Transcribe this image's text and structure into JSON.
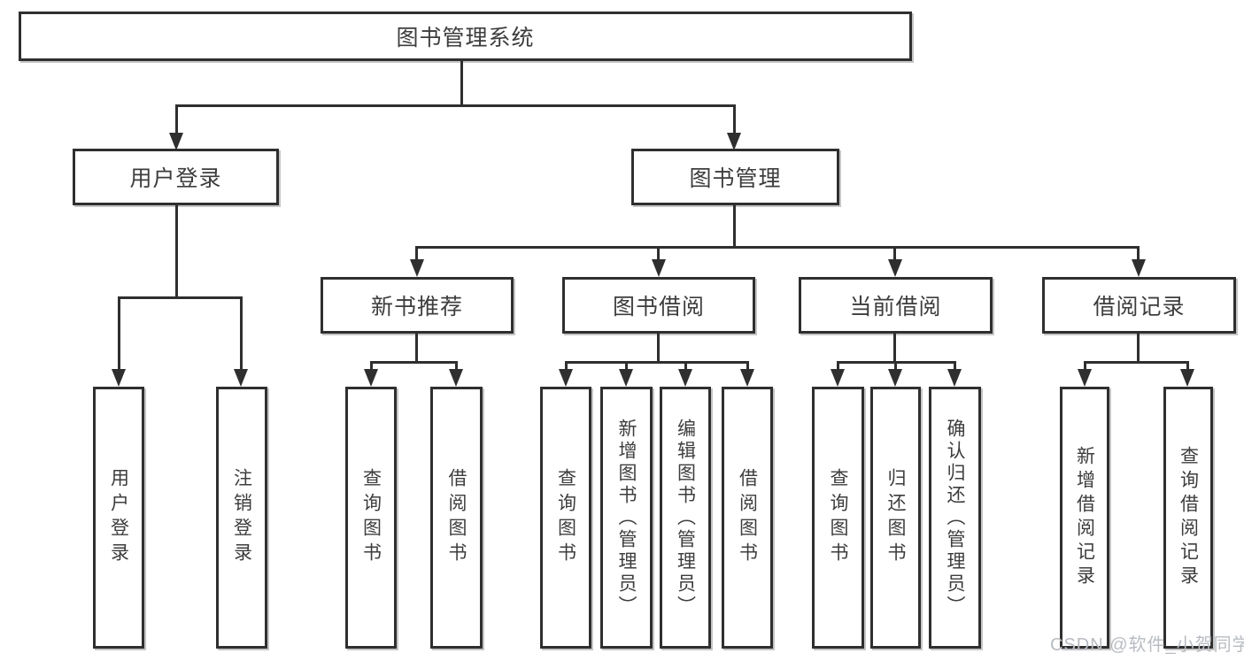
{
  "diagram": {
    "title": "图书管理系统",
    "level2": {
      "user_login": "用户登录",
      "book_management": "图书管理"
    },
    "level3": {
      "new_book": "新书推荐",
      "book_borrow": "图书借阅",
      "current_borrow": "当前借阅",
      "borrow_records": "借阅记录"
    },
    "leaves": {
      "user_login": [
        "用户登录",
        "注销登录"
      ],
      "new_book": [
        "查询图书",
        "借阅图书"
      ],
      "book_borrow": [
        "查询图书",
        "新增图书（管理员）",
        "编辑图书（管理员）",
        "借阅图书"
      ],
      "current_borrow": [
        "查询图书",
        "归还图书",
        "确认归还（管理员）"
      ],
      "borrow_records": [
        "新增借阅记录",
        "查询借阅记录"
      ]
    },
    "watermark": "CSDN @软件_小贺同学",
    "colors": {
      "line": "#2f2f2f",
      "text": "#3d3d3d",
      "background": "#ffffff",
      "watermark": "#b8bcc2"
    }
  }
}
